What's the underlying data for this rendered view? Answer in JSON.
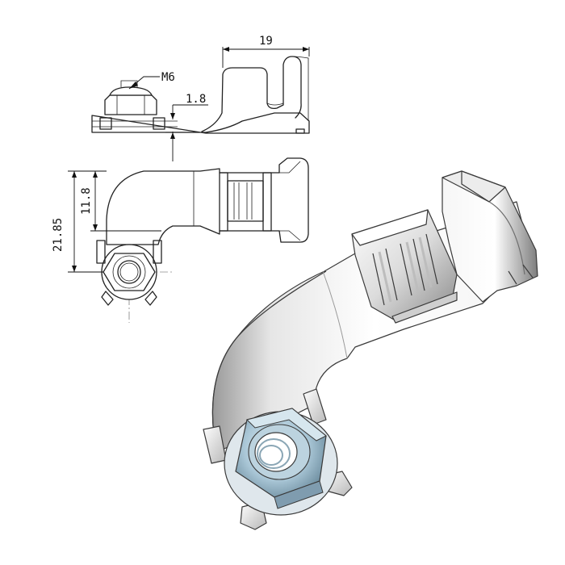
{
  "dimensions": {
    "width_19": "19",
    "thread_m6": "M6",
    "thickness_1_8": "1.8",
    "height_21_85": "21.85",
    "height_11_8": "11.8"
  },
  "colors": {
    "line": "#222222",
    "nut": "#a9c6d6",
    "metal_light": "#f4f4f4",
    "metal_shadow": "#8c8c8c"
  }
}
